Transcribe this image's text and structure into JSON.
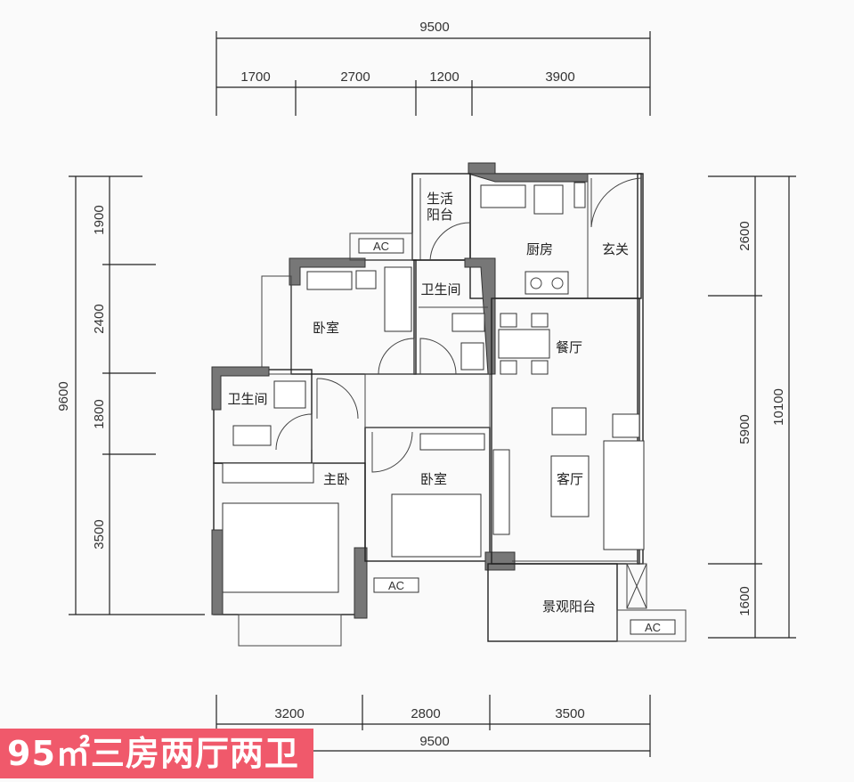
{
  "dimensions": {
    "top_total": "9500",
    "top_segments": [
      "1700",
      "2700",
      "1200",
      "3900"
    ],
    "bottom_segments": [
      "3200",
      "2800",
      "3500"
    ],
    "bottom_total": "9500",
    "left_segments": [
      "1900",
      "2400",
      "1800",
      "3500"
    ],
    "left_total": "9600",
    "right_segments": [
      "2600",
      "5900",
      "1600"
    ],
    "right_total": "10100"
  },
  "rooms": {
    "utility_balcony_1": "生活",
    "utility_balcony_2": "阳台",
    "kitchen": "厨房",
    "entrance": "玄关",
    "bathroom_middle": "卫生间",
    "bedroom_top": "卧室",
    "dining": "餐厅",
    "bathroom_left": "卫生间",
    "master_bedroom": "主卧",
    "bedroom_second": "卧室",
    "living": "客厅",
    "scenic_balcony": "景观阳台"
  },
  "ac_labels": [
    "AC",
    "AC",
    "AC"
  ],
  "badge": {
    "text": "95㎡三房两厅两卫"
  },
  "colors": {
    "badge": "#f0596b",
    "wall": "#777777"
  }
}
